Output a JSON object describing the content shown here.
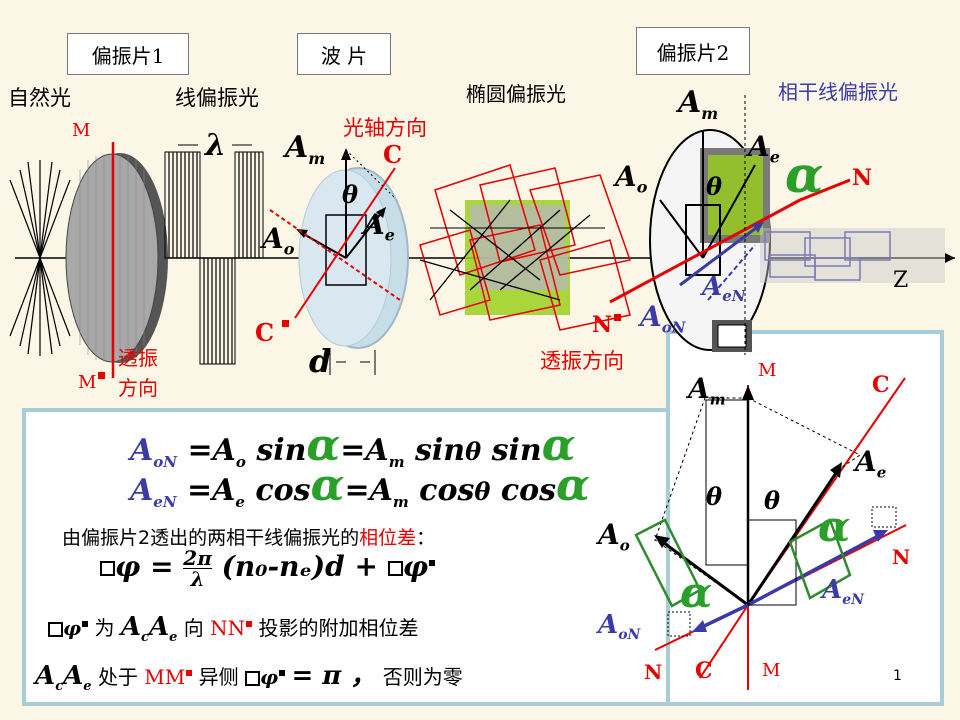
{
  "labels": {
    "polarizer1": "偏振片1",
    "waveplate": "波 片",
    "polarizer2": "偏振片2",
    "natural_light": "自然光",
    "linear_light": "线偏振光",
    "elliptical_light": "椭圆偏振光",
    "coherent_linear_light": "相干线偏振光",
    "optic_axis": "光轴方向",
    "transmission_dir_1a": "透振",
    "transmission_dir_1b": "方向",
    "transmission_dir_2": "透振方向",
    "lambda": "λ",
    "d": "d",
    "z": "Z"
  },
  "axis_letters": {
    "M": "M",
    "C": "C",
    "N": "N"
  },
  "amplitudes": {
    "Am": "A",
    "Am_sub": "m",
    "Ao": "A",
    "Ao_sub": "o",
    "Ae": "A",
    "Ae_sub": "e",
    "AoN": "A",
    "AoN_sub": "oN",
    "AeN": "A",
    "AeN_sub": "eN",
    "theta": "θ",
    "alpha": "α"
  },
  "equations": {
    "eq1": "A₀N=A₀ sin α=Aₘ sinθ sinα",
    "eq1_lhs": "AoN",
    "eq2": "AeN=Ae cosα=Aₘ cosθ cosα",
    "sentence_prefix": "由偏振片2透出的两相干线偏振光的",
    "sentence_highlight": "相位差",
    "sentence_suffix": "：",
    "phase_formula_num": "2π",
    "phase_formula_den": "λ",
    "phase_formula_rest": "(n₀-nₑ)d +",
    "extra_phase_text1": "为",
    "extra_phase_text2": "向",
    "extra_phase_nn": "NN",
    "extra_phase_text3": "投影的附加相位差",
    "opposite_text1": "处于",
    "opposite_mm": "MM",
    "opposite_text2": "异侧",
    "opposite_pi": "= π ，",
    "opposite_text3": "否则为零"
  },
  "page_number": "1",
  "colors": {
    "background": "#fbf6e6",
    "panel_border": "#a8cdd8",
    "red": "#e60000",
    "green_plate": "#9ad11c",
    "blue_arrow": "#3b3ba8"
  }
}
